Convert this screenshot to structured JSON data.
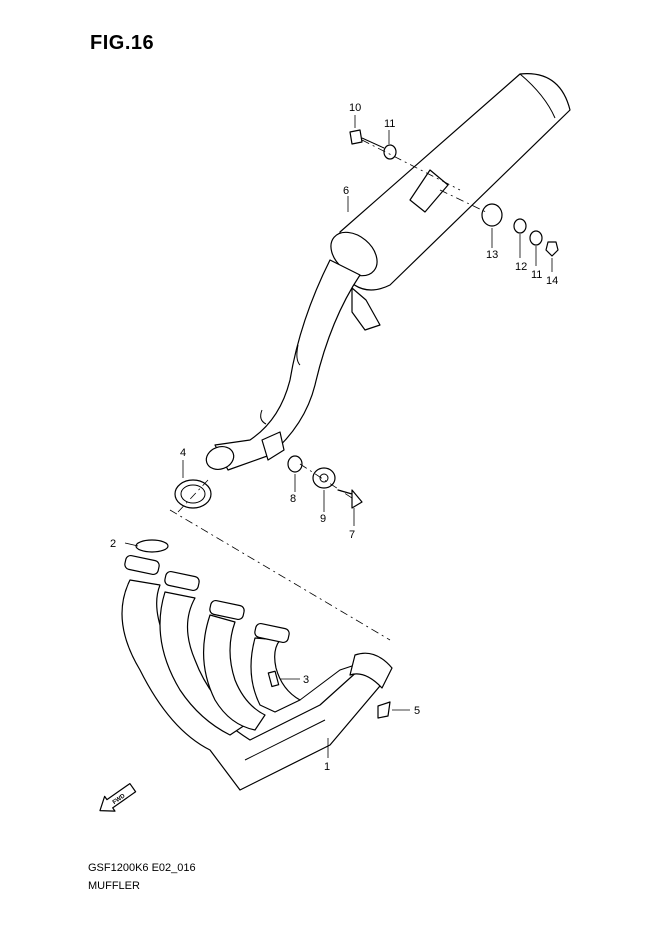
{
  "figure": {
    "title": "FIG.16",
    "code": "GSF1200K6 E02_016",
    "name": "MUFFLER"
  },
  "callouts": {
    "p1": "1",
    "p2": "2",
    "p3": "3",
    "p4": "4",
    "p5": "5",
    "p6": "6",
    "p7": "7",
    "p8": "8",
    "p9": "9",
    "p10": "10",
    "p11a": "11",
    "p11b": "11",
    "p12": "12",
    "p13": "13",
    "p14": "14"
  },
  "fwd_arrow": {
    "label": "FWD",
    "icon": "fwd-arrow-icon"
  }
}
